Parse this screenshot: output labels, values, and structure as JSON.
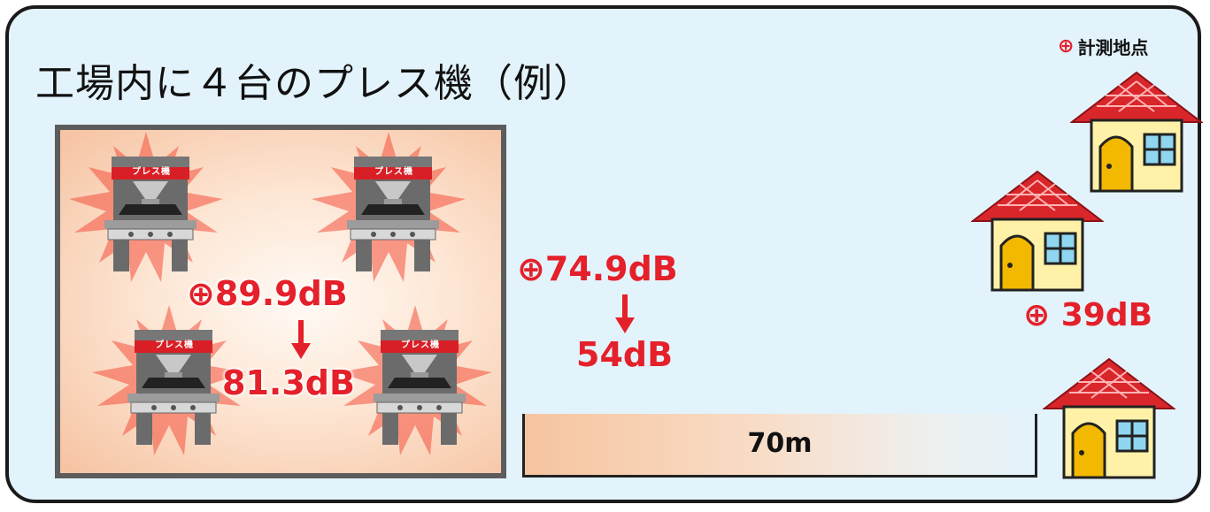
{
  "title": "工場内に４台のプレス機（例）",
  "legend": {
    "marker": "⊕",
    "label": "計測地点"
  },
  "press_label": "プレス機",
  "readings": {
    "inside_before": "89.9dB",
    "inside_after": "81.3dB",
    "boundary_before": "74.9dB",
    "boundary_after": "54dB",
    "house": "39dB"
  },
  "distance_label": "70m",
  "colors": {
    "accent_red": "#e4202a",
    "panel_bg": "#e3f3fb",
    "roof": "#d9262b",
    "house_wall": "#fff2a8",
    "door": "#f3b800"
  },
  "icons": [
    "measurement-point-marker",
    "down-arrow-icon",
    "press-machine-icon",
    "house-icon"
  ]
}
